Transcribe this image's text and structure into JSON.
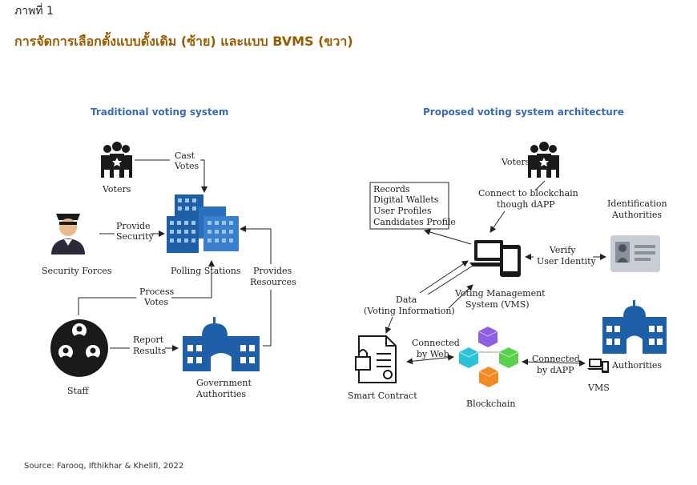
{
  "figure": {
    "label": "ภาพที่ 1",
    "title": "การจัดการเลือกตั้งแบบดั้งเดิม (ซ้าย) และแบบ BVMS (ขวา)",
    "source": "Source: Farooq, Ifthikhar & Khelifi, 2022"
  },
  "left": {
    "heading": "Traditional voting system",
    "voters": "Voters",
    "cast_votes": [
      "Cast",
      "Votes"
    ],
    "security_forces": "Security Forces",
    "provide_security": [
      "Provide",
      "Security"
    ],
    "polling_stations": "Polling Stations",
    "provides_resources": [
      "Provides",
      "Resources"
    ],
    "process_votes": [
      "Process",
      "Votes"
    ],
    "report_results": [
      "Report",
      "Results"
    ],
    "staff": "Staff",
    "government_authorities": [
      "Government",
      "Authorities"
    ]
  },
  "right": {
    "heading": "Proposed voting system architecture",
    "voters": "Voters",
    "records_box": [
      "Records",
      "Digital Wallets",
      "User Profiles",
      "Candidates Profile"
    ],
    "connect_blockchain": [
      "Connect to blockchain",
      "though dAPP"
    ],
    "identification_authorities": [
      "Identification",
      "Authorities"
    ],
    "verify_identity": [
      "Verify",
      "User Identity"
    ],
    "vms": [
      "Voting Management",
      "System (VMS)"
    ],
    "data_voting": [
      "Data",
      "(Voting Information)"
    ],
    "connected_web": [
      "Connected",
      "by Web"
    ],
    "connected_dapp": [
      "Connected",
      "by dAPP"
    ],
    "smart_contract": "Smart Contract",
    "blockchain": "Blockchain",
    "authorities": "Authorities",
    "vms_short": "VMS"
  },
  "colors": {
    "title": "#9a5a00",
    "heading": "#3a6ab0",
    "building_blue": "#1f5fa8",
    "icon_dark": "#1a1a1a"
  }
}
